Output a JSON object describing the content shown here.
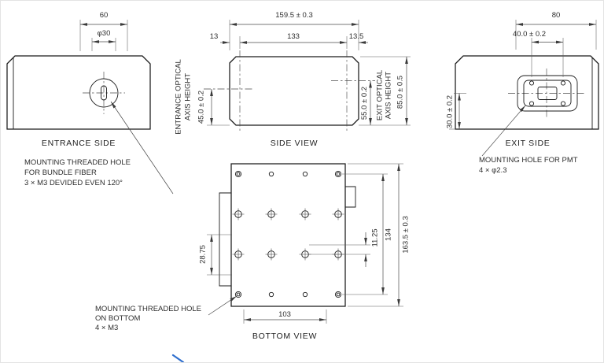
{
  "drawing": {
    "entrance_view": {
      "title": "ENTRANCE SIDE",
      "dim_width": "60",
      "dim_bolt_circle": "φ30",
      "note": [
        "MOUNTING THREADED HOLE",
        "FOR BUNDLE FIBER",
        "3 × M3 DEVIDED EVEN 120°"
      ]
    },
    "side_view": {
      "title": "SIDE VIEW",
      "dim_total_length": "159.5 ± 0.3",
      "dim_entrance_offset": "13",
      "dim_axis_distance": "133",
      "dim_exit_offset": "13.5",
      "entrance_axis_label_1": "ENTRANCE OPTICAL",
      "entrance_axis_label_2": "AXIS HEIGHT",
      "dim_entrance_axis_height": "45.0 ± 0.2",
      "dim_exit_axis_height": "55.0 ± 0.2",
      "exit_axis_label_1": "EXIT OPTICAL",
      "exit_axis_label_2": "AXIS HEIGHT",
      "dim_total_height": "85.0 ± 0.5"
    },
    "exit_view": {
      "title": "EXIT SIDE",
      "dim_width": "80",
      "dim_hole_spacing": "40.0 ± 0.2",
      "dim_axis_height": "30.0 ± 0.2",
      "note": [
        "MOUNTING HOLE FOR PMT",
        "4 × φ2.3"
      ]
    },
    "bottom_view": {
      "title": "BOTTOM VIEW",
      "dim_hole_row": "28.75",
      "dim_hole_offset": "11.25",
      "dim_hole_span": "134",
      "dim_total_length": "163.5 ± 0.3",
      "dim_hole_width": "103",
      "note": [
        "MOUNTING THREADED HOLE",
        "ON BOTTOM",
        "4 × M3"
      ]
    }
  }
}
